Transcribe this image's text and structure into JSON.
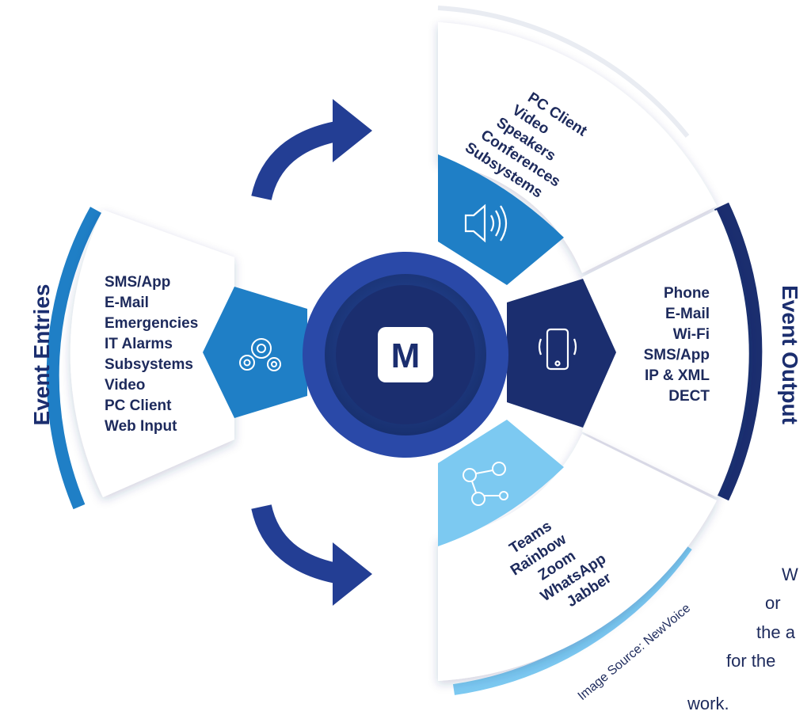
{
  "diagram": {
    "center_label": "M",
    "left_section": {
      "title": "Event Entries",
      "items": [
        "SMS/App",
        "E-Mail",
        "Emergencies",
        "IT Alarms",
        "Subsystems",
        "Video",
        "PC Client",
        "Web Input"
      ]
    },
    "right_section": {
      "title": "Event Output",
      "items": [
        "Phone",
        "E-Mail",
        "Wi-Fi",
        "SMS/App",
        "IP & XML",
        "DECT"
      ]
    },
    "top_section": {
      "items": [
        "PC Client",
        "Video",
        "Speakers",
        "Conferences",
        "Subsystems"
      ]
    },
    "bottom_section": {
      "items": [
        "Teams",
        "Rainbow",
        "Zoom",
        "WhatsApp",
        "Jabber"
      ]
    },
    "image_source": "Image Source: NewVoice",
    "cropped_text": [
      "W",
      "or",
      "the a",
      "for  the",
      "work."
    ]
  },
  "colors": {
    "dark_navy": "#1b2e6f",
    "mid_blue": "#1f7fc6",
    "light_blue": "#7cc9f1",
    "royal_blue": "#2a49a8",
    "text_navy": "#1d2a5c"
  },
  "icons": [
    "gear-icon",
    "speaker-icon",
    "phone-icon",
    "network-icon",
    "arrow-up-right-icon",
    "arrow-down-right-icon"
  ]
}
